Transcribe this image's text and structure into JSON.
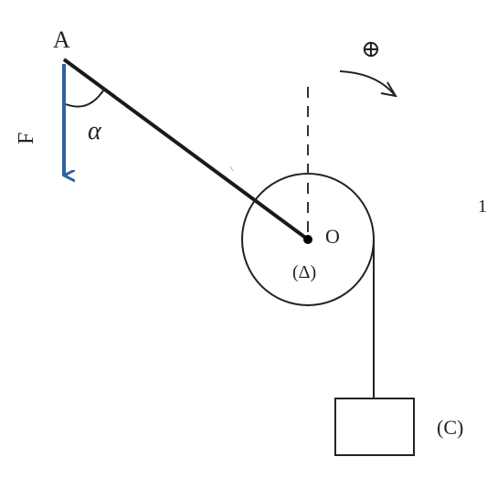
{
  "labels": {
    "point_a": "A",
    "angle": "α",
    "force": "F",
    "center": "O",
    "axis": "(Δ)",
    "mass": "(C)",
    "positive_sense": "⊕",
    "edge_mark": "1"
  },
  "colors": {
    "force_vector": "#2f5fa8",
    "lines": "#1a1a1a"
  },
  "icons": {
    "force_arrow": "down-arrow",
    "rotation_arrow": "curved-arrow-clockwise"
  }
}
